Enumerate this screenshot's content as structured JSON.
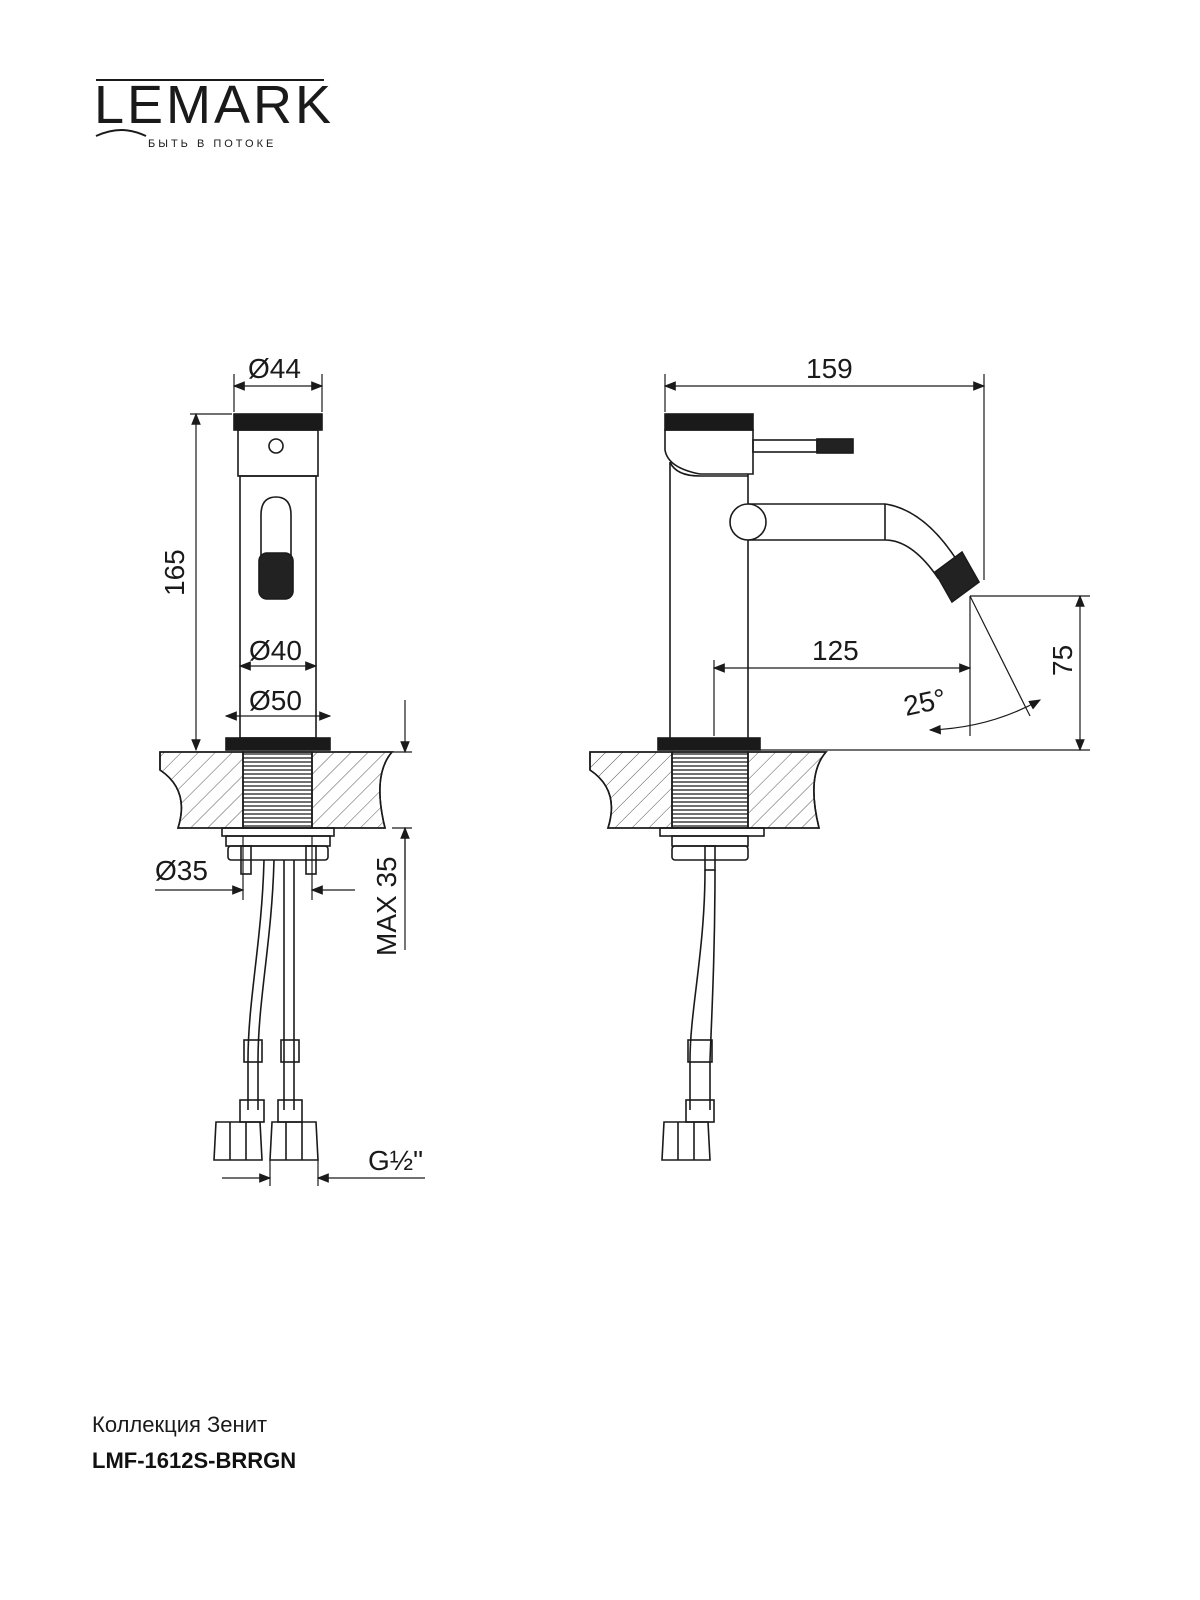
{
  "brand": {
    "name": "LEMARK",
    "tagline": "БЫТЬ В ПОТОКЕ"
  },
  "dimensions": {
    "top_diameter": "Ø44",
    "body_height": "165",
    "body_diameter": "Ø40",
    "base_diameter": "Ø50",
    "hole_diameter": "Ø35",
    "max_thickness": "MAX 35",
    "thread": "G½\"",
    "total_length": "159",
    "spout_reach": "125",
    "spout_height": "75",
    "spout_angle": "25°"
  },
  "footer": {
    "collection": "Коллекция Зенит",
    "model": "LMF-1612S-BRRGN"
  }
}
